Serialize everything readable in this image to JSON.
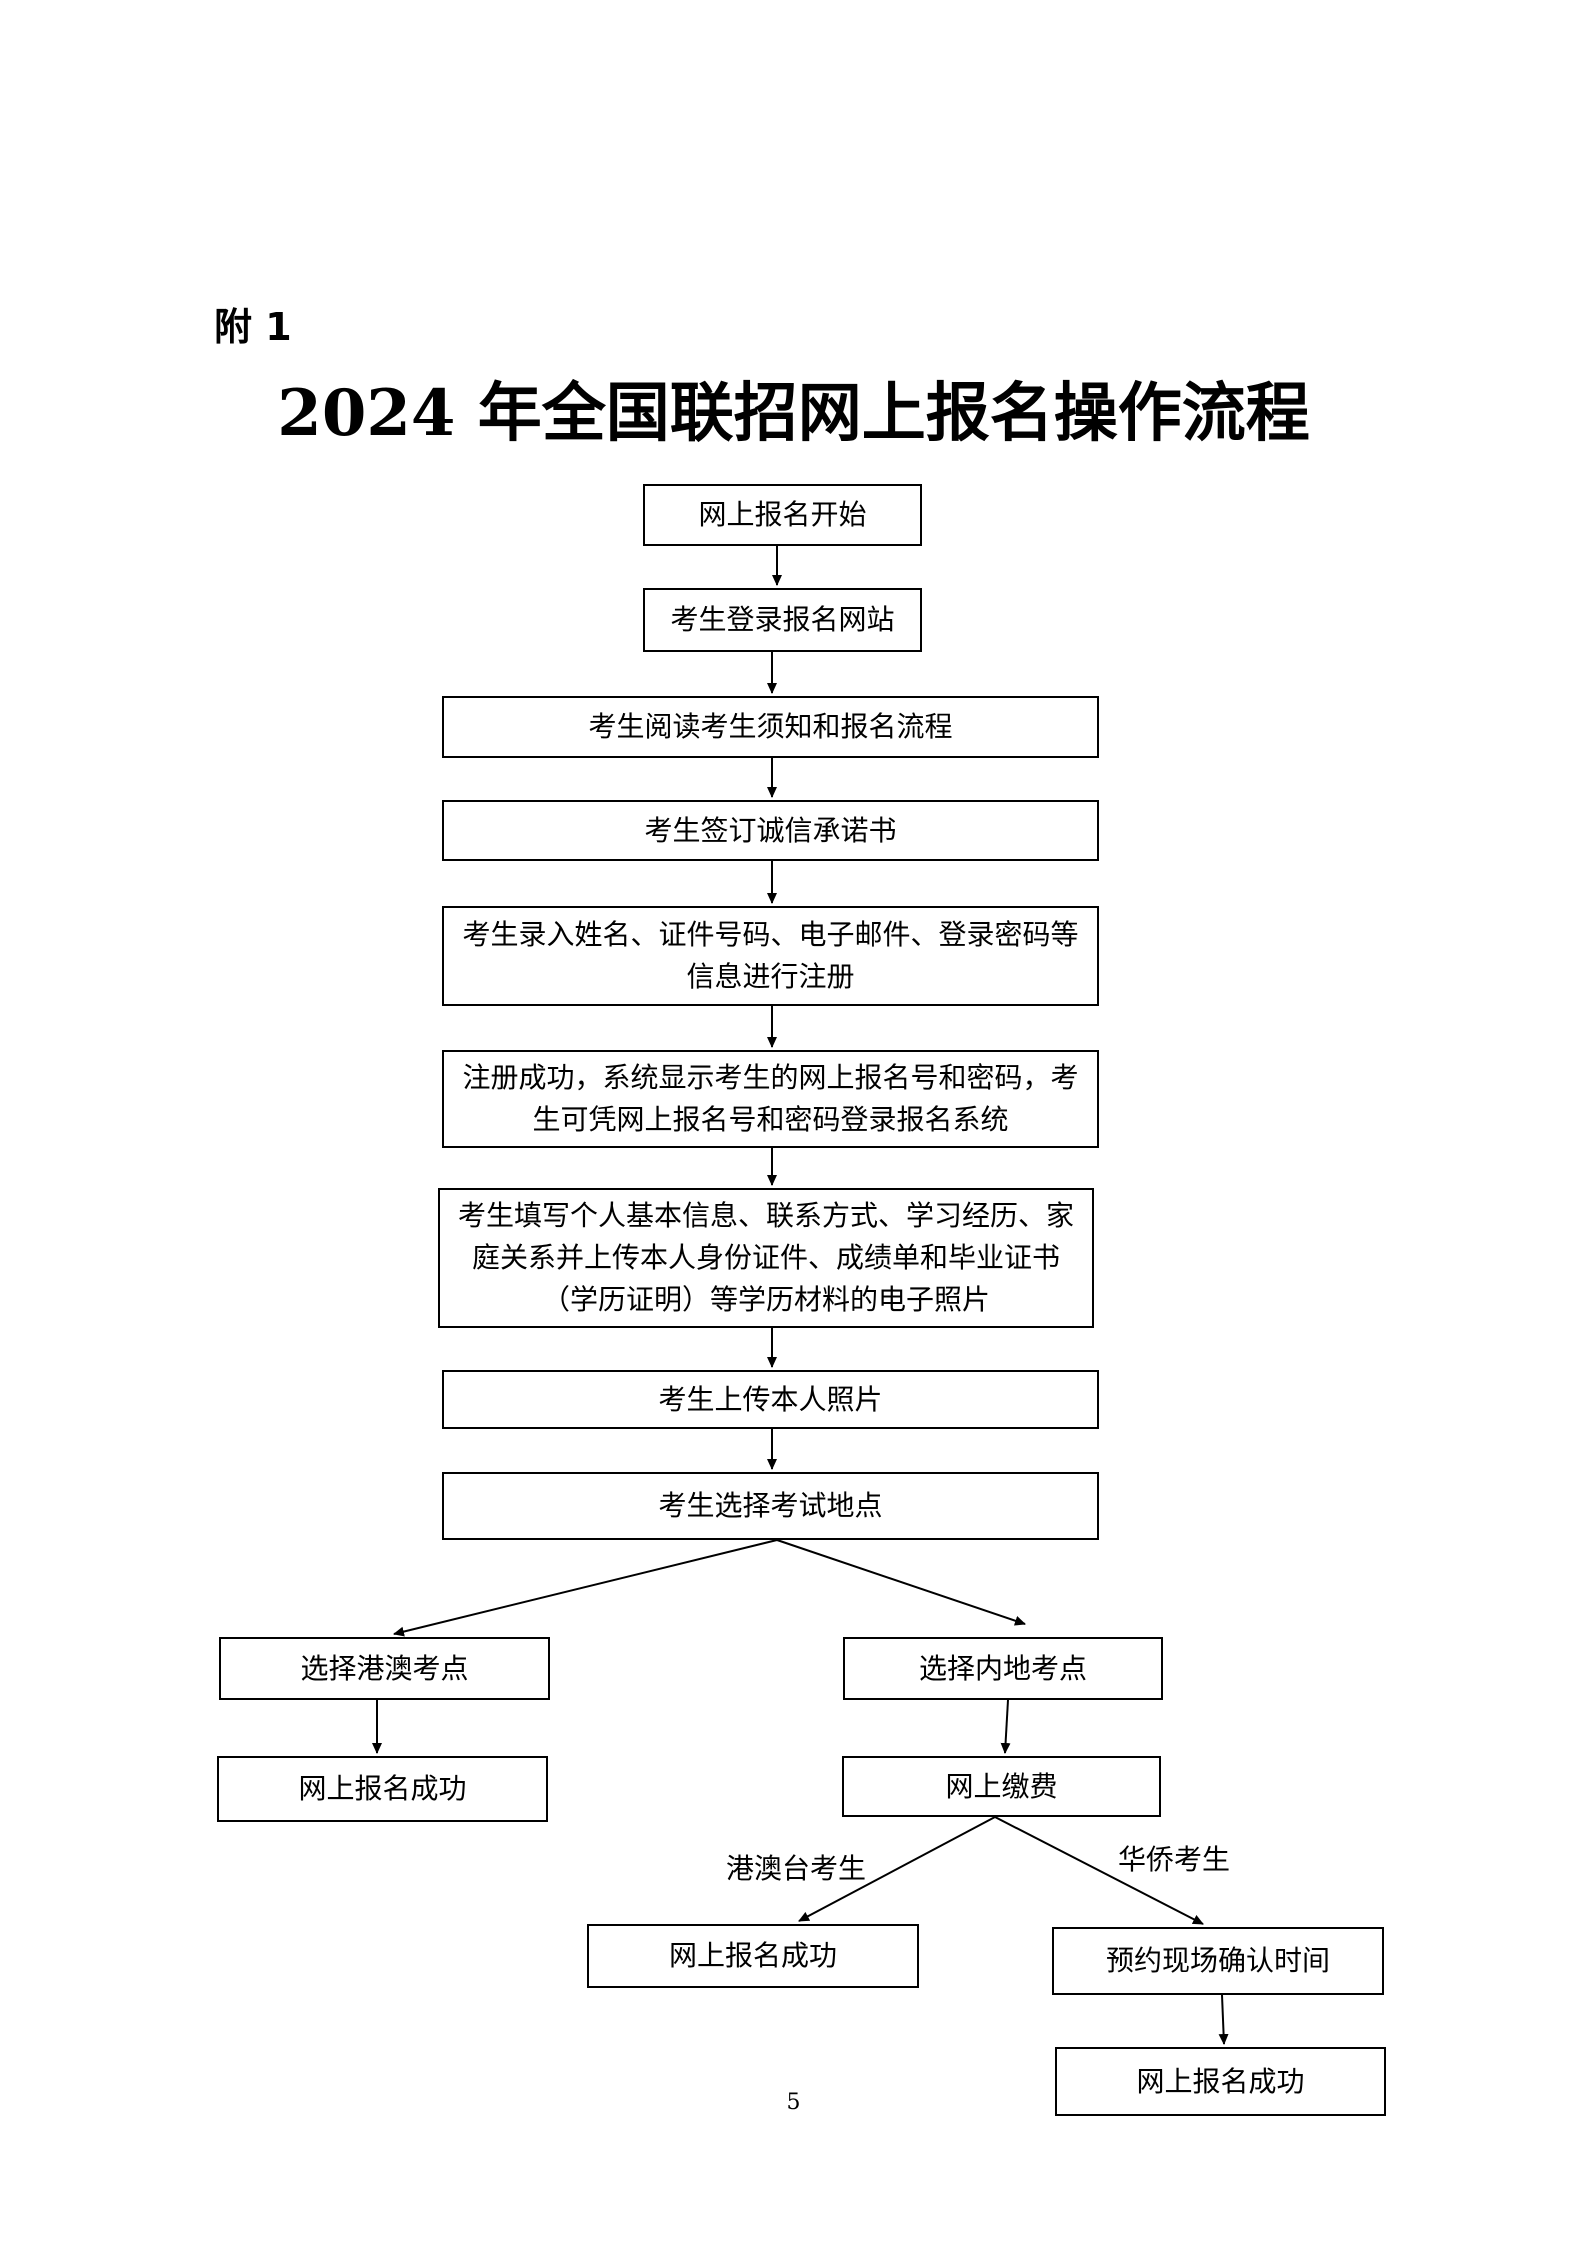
{
  "annex_label": "附 1",
  "title": "2024 年全国联招网上报名操作流程",
  "steps": {
    "start": "网上报名开始",
    "login": "考生登录报名网站",
    "read": "考生阅读考生须知和报名流程",
    "sign": "考生签订诚信承诺书",
    "register": "考生录入姓名、证件号码、电子邮件、登录密码等信息进行注册",
    "register_success": "注册成功，系统显示考生的网上报名号和密码，考生可凭网上报名号和密码登录报名系统",
    "fill_info": "考生填写个人基本信息、联系方式、学习经历、家庭关系并上传本人身份证件、成绩单和毕业证书（学历证明）等学历材料的电子照片",
    "upload_photo": "考生上传本人照片",
    "choose_site": "考生选择考试地点",
    "choose_hkmo": "选择港澳考点",
    "hkmo_success": "网上报名成功",
    "choose_mainland": "选择内地考点",
    "pay": "网上缴费",
    "hkmt_success": "网上报名成功",
    "book_confirm": "预约现场确认时间",
    "overseas_success": "网上报名成功"
  },
  "branch_labels": {
    "hkmt_students": "港澳台考生",
    "overseas_chinese": "华侨考生"
  },
  "page_number": "5"
}
